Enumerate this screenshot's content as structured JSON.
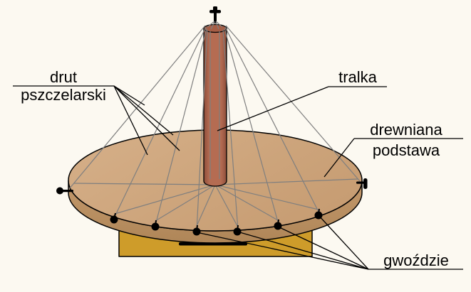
{
  "diagram": {
    "type": "labeled-technical-diagram",
    "labels": {
      "wire": {
        "line1": "drut",
        "line2": "pszczelarski"
      },
      "baluster": "tralka",
      "base": {
        "line1": "drewniana",
        "line2": "podstawa"
      },
      "nails": "gwoździe"
    },
    "colors": {
      "background": "#FCF9F1",
      "stand": "#CE9C2A",
      "base_top_light": "#D6B089",
      "base_top": "#C79D73",
      "base_side": "#C3986B",
      "base_side_dark": "#AF8658",
      "baluster": "#B56C52",
      "baluster_edge": "#8E4E3B",
      "baluster_top": "#A65E46",
      "wire": "#7F7F7F",
      "outline": "#000000"
    }
  }
}
